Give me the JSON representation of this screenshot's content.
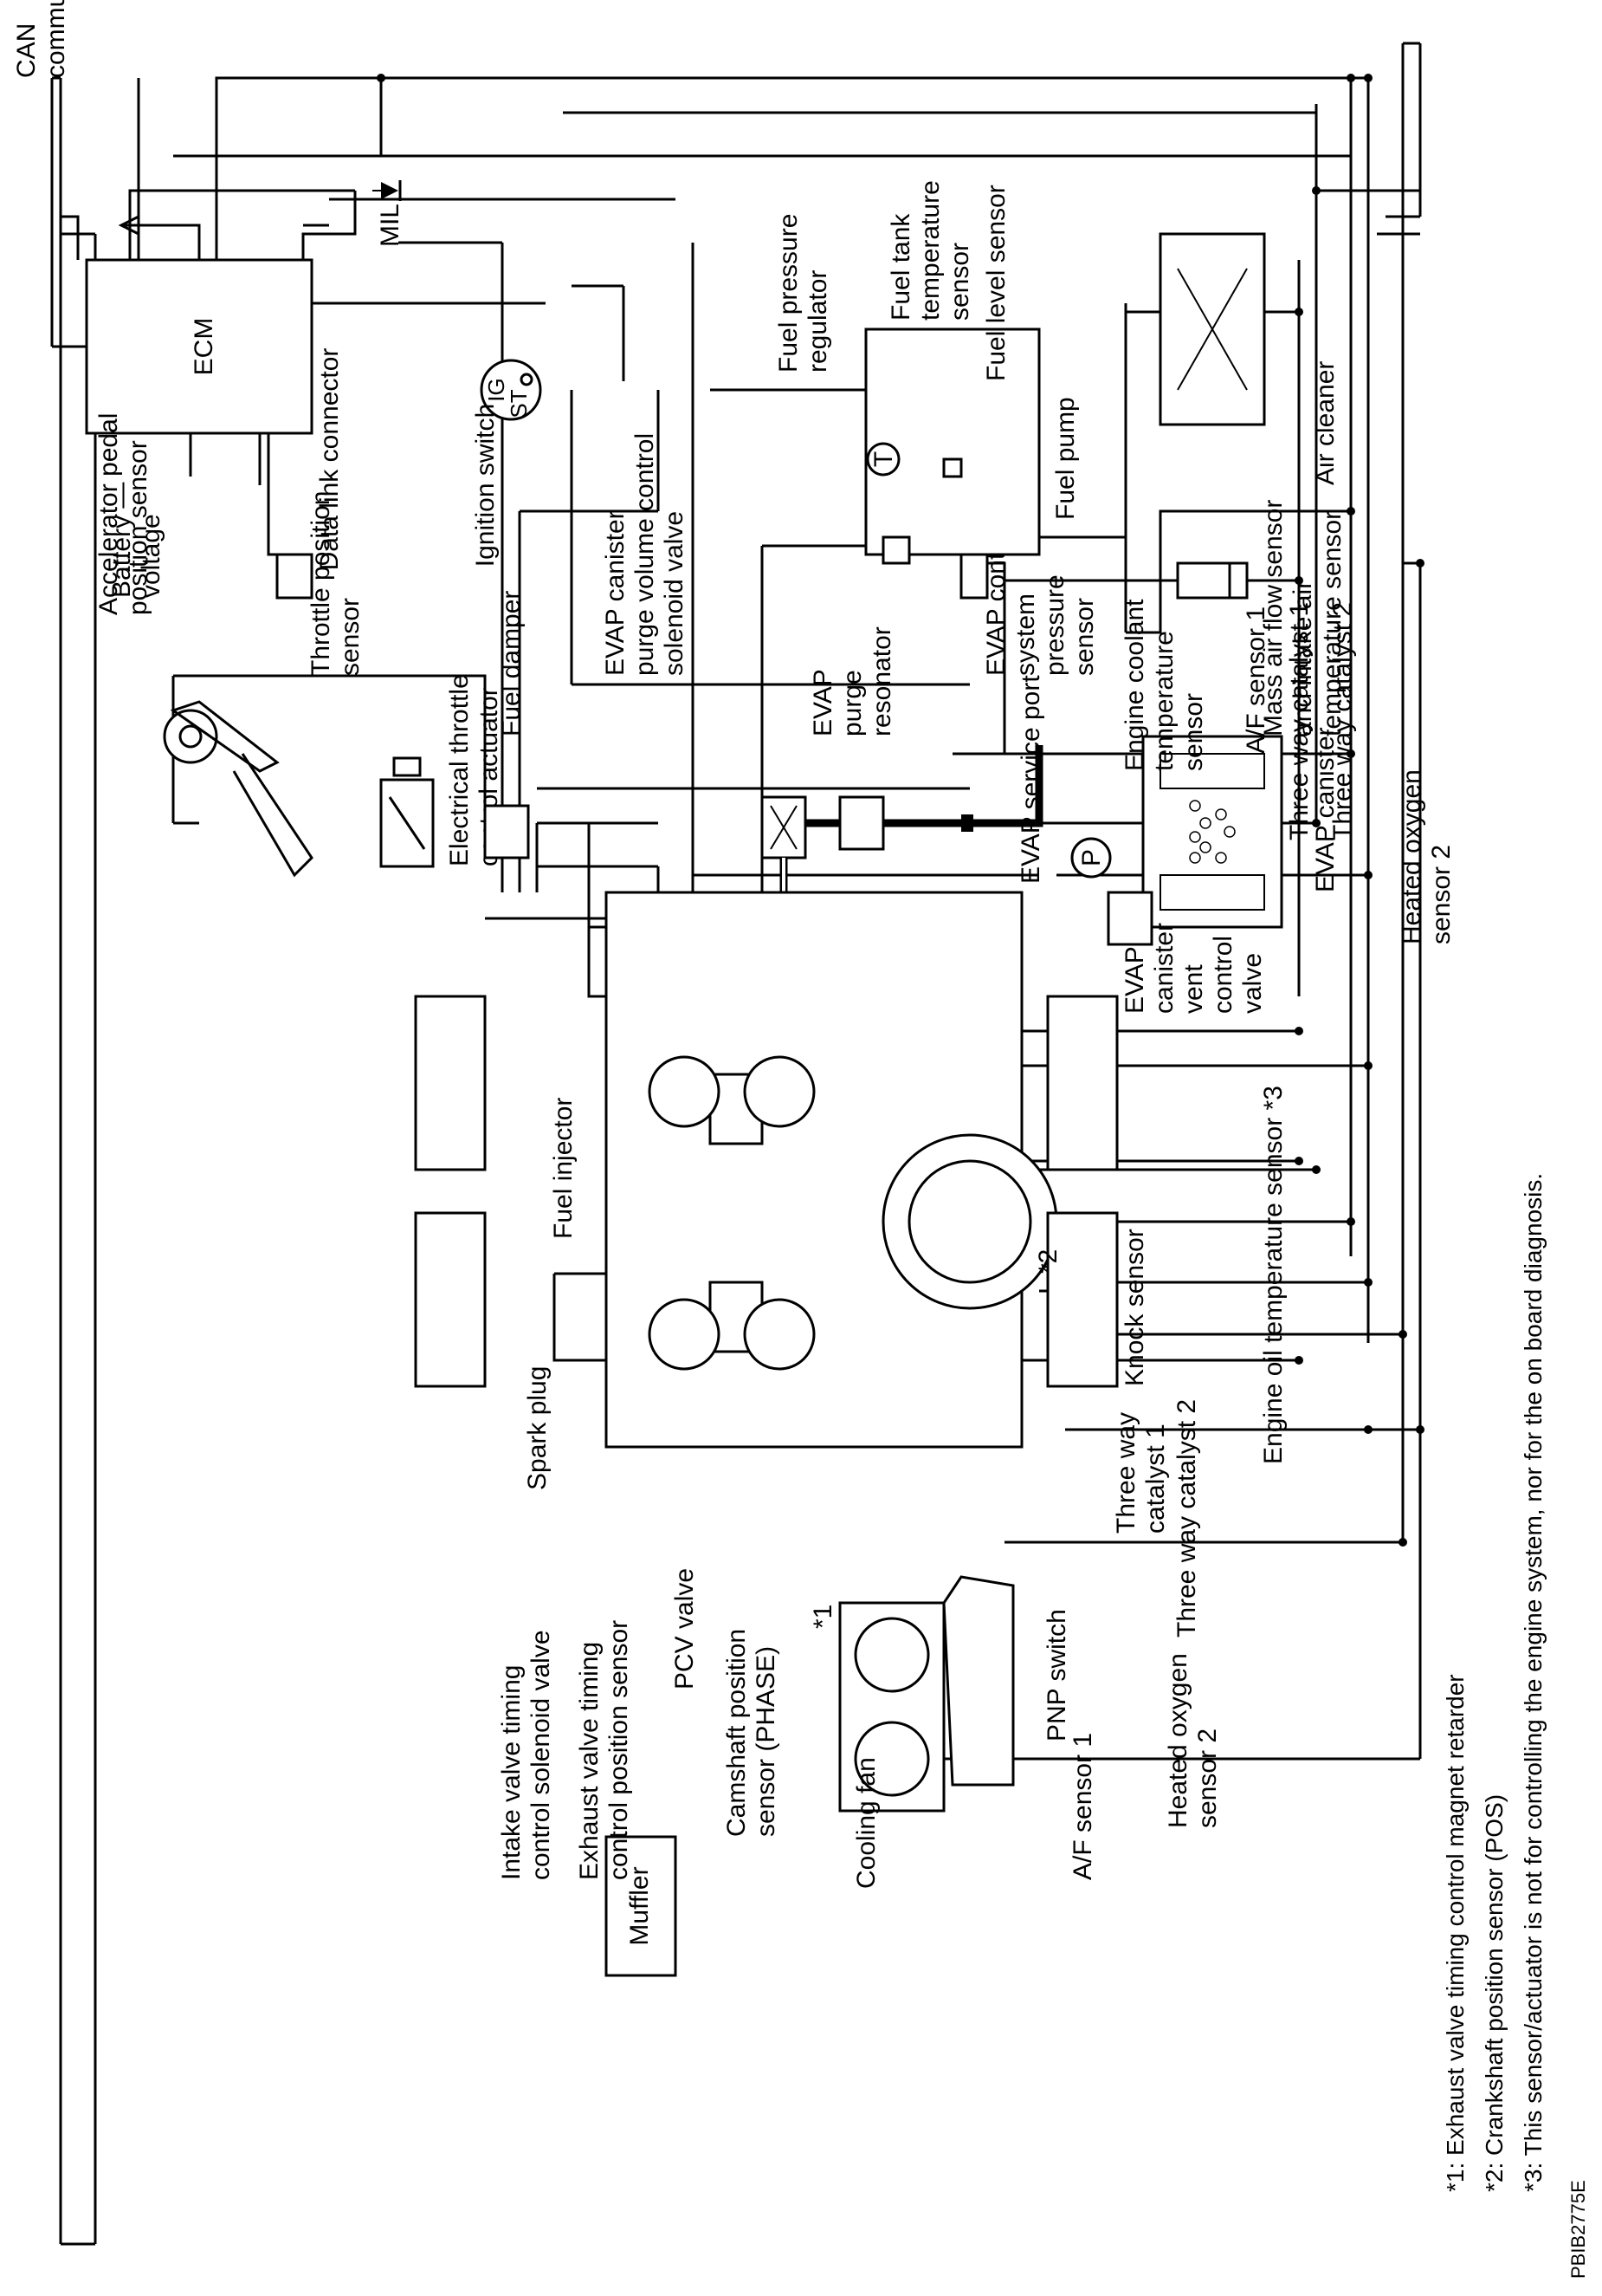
{
  "diagram": {
    "labels": {
      "can": "CAN\ncommunication",
      "ecm": "ECM",
      "mil": "MIL",
      "data_link": "Data link connector",
      "ignition": "Ignition switch",
      "ig": "IG",
      "st": "ST",
      "battery": "Battery —\nvoltage",
      "accel": "Accelerator pedal\nposition sensor",
      "throttle_pos": "Throttle position\nsensor",
      "etc_actuator": "Electrical throttle\ncontrol actuator",
      "evap_purge_valve": "EVAP canister\npurge volume control\nsolenoid valve",
      "evap_purge_resonator": "EVAP\npurge\nresonator",
      "evap_pressure": "EVAP control\nsystem\npressure\nsensor",
      "evap_canister": "EVAP canister",
      "evap_vent": "EVAP\ncanister\nvent\ncontrol\nvalve",
      "evap_service": "EVAP service port",
      "fuel_pressure_reg": "Fuel pressure\nregulator",
      "fuel_tank_temp": "Fuel tank\ntemperature\nsensor",
      "fuel_level": "Fuel level sensor",
      "fuel_pump": "Fuel pump",
      "air_cleaner": "Air cleaner",
      "maf": "Mass air flow sensor\nand intake air\ntemperature sensor",
      "fuel_damper": "Fuel damper",
      "fuel_injector": "Fuel injector",
      "engine_coolant": "Engine coolant\ntemperature\nsensor",
      "af1_top": "A/F sensor 1",
      "twc1_top": "Three way catalyst 1",
      "twc2_top": "Three way catalyst 2",
      "ho2_top": "Heated oxygen\nsensor 2",
      "star2": "*2",
      "engine_oil_temp": "Engine oil temperature sensor *3",
      "knock": "Knock sensor",
      "twc1_bottom": "Three way\ncatalyst 1",
      "twc2_bottom": "Three way catalyst 2",
      "spark_plug": "Spark plug",
      "intake_vtc": "Intake valve timing\ncontrol solenoid valve",
      "exhaust_vtc": "Exhaust valve timing\ncontrol position sensor",
      "pcv": "PCV valve",
      "cam_pos": "Camshaft position\nsensor (PHASE)",
      "star1": "*1",
      "cooling_fan": "Cooling fan",
      "pnp": "PNP switch",
      "af1_bottom": "A/F sensor 1",
      "ho2_bottom": "Heated oxygen\nsensor 2",
      "muffler": "Muffler",
      "tank_t": "T",
      "evap_p": "P"
    },
    "notes": [
      "*1: Exhaust valve timing control magnet retarder",
      "*2: Crankshaft position sensor (POS)",
      "*3: This sensor/actuator is not for controlling the engine system, nor for the on board diagnosis."
    ],
    "code": "PBIB2775E"
  }
}
